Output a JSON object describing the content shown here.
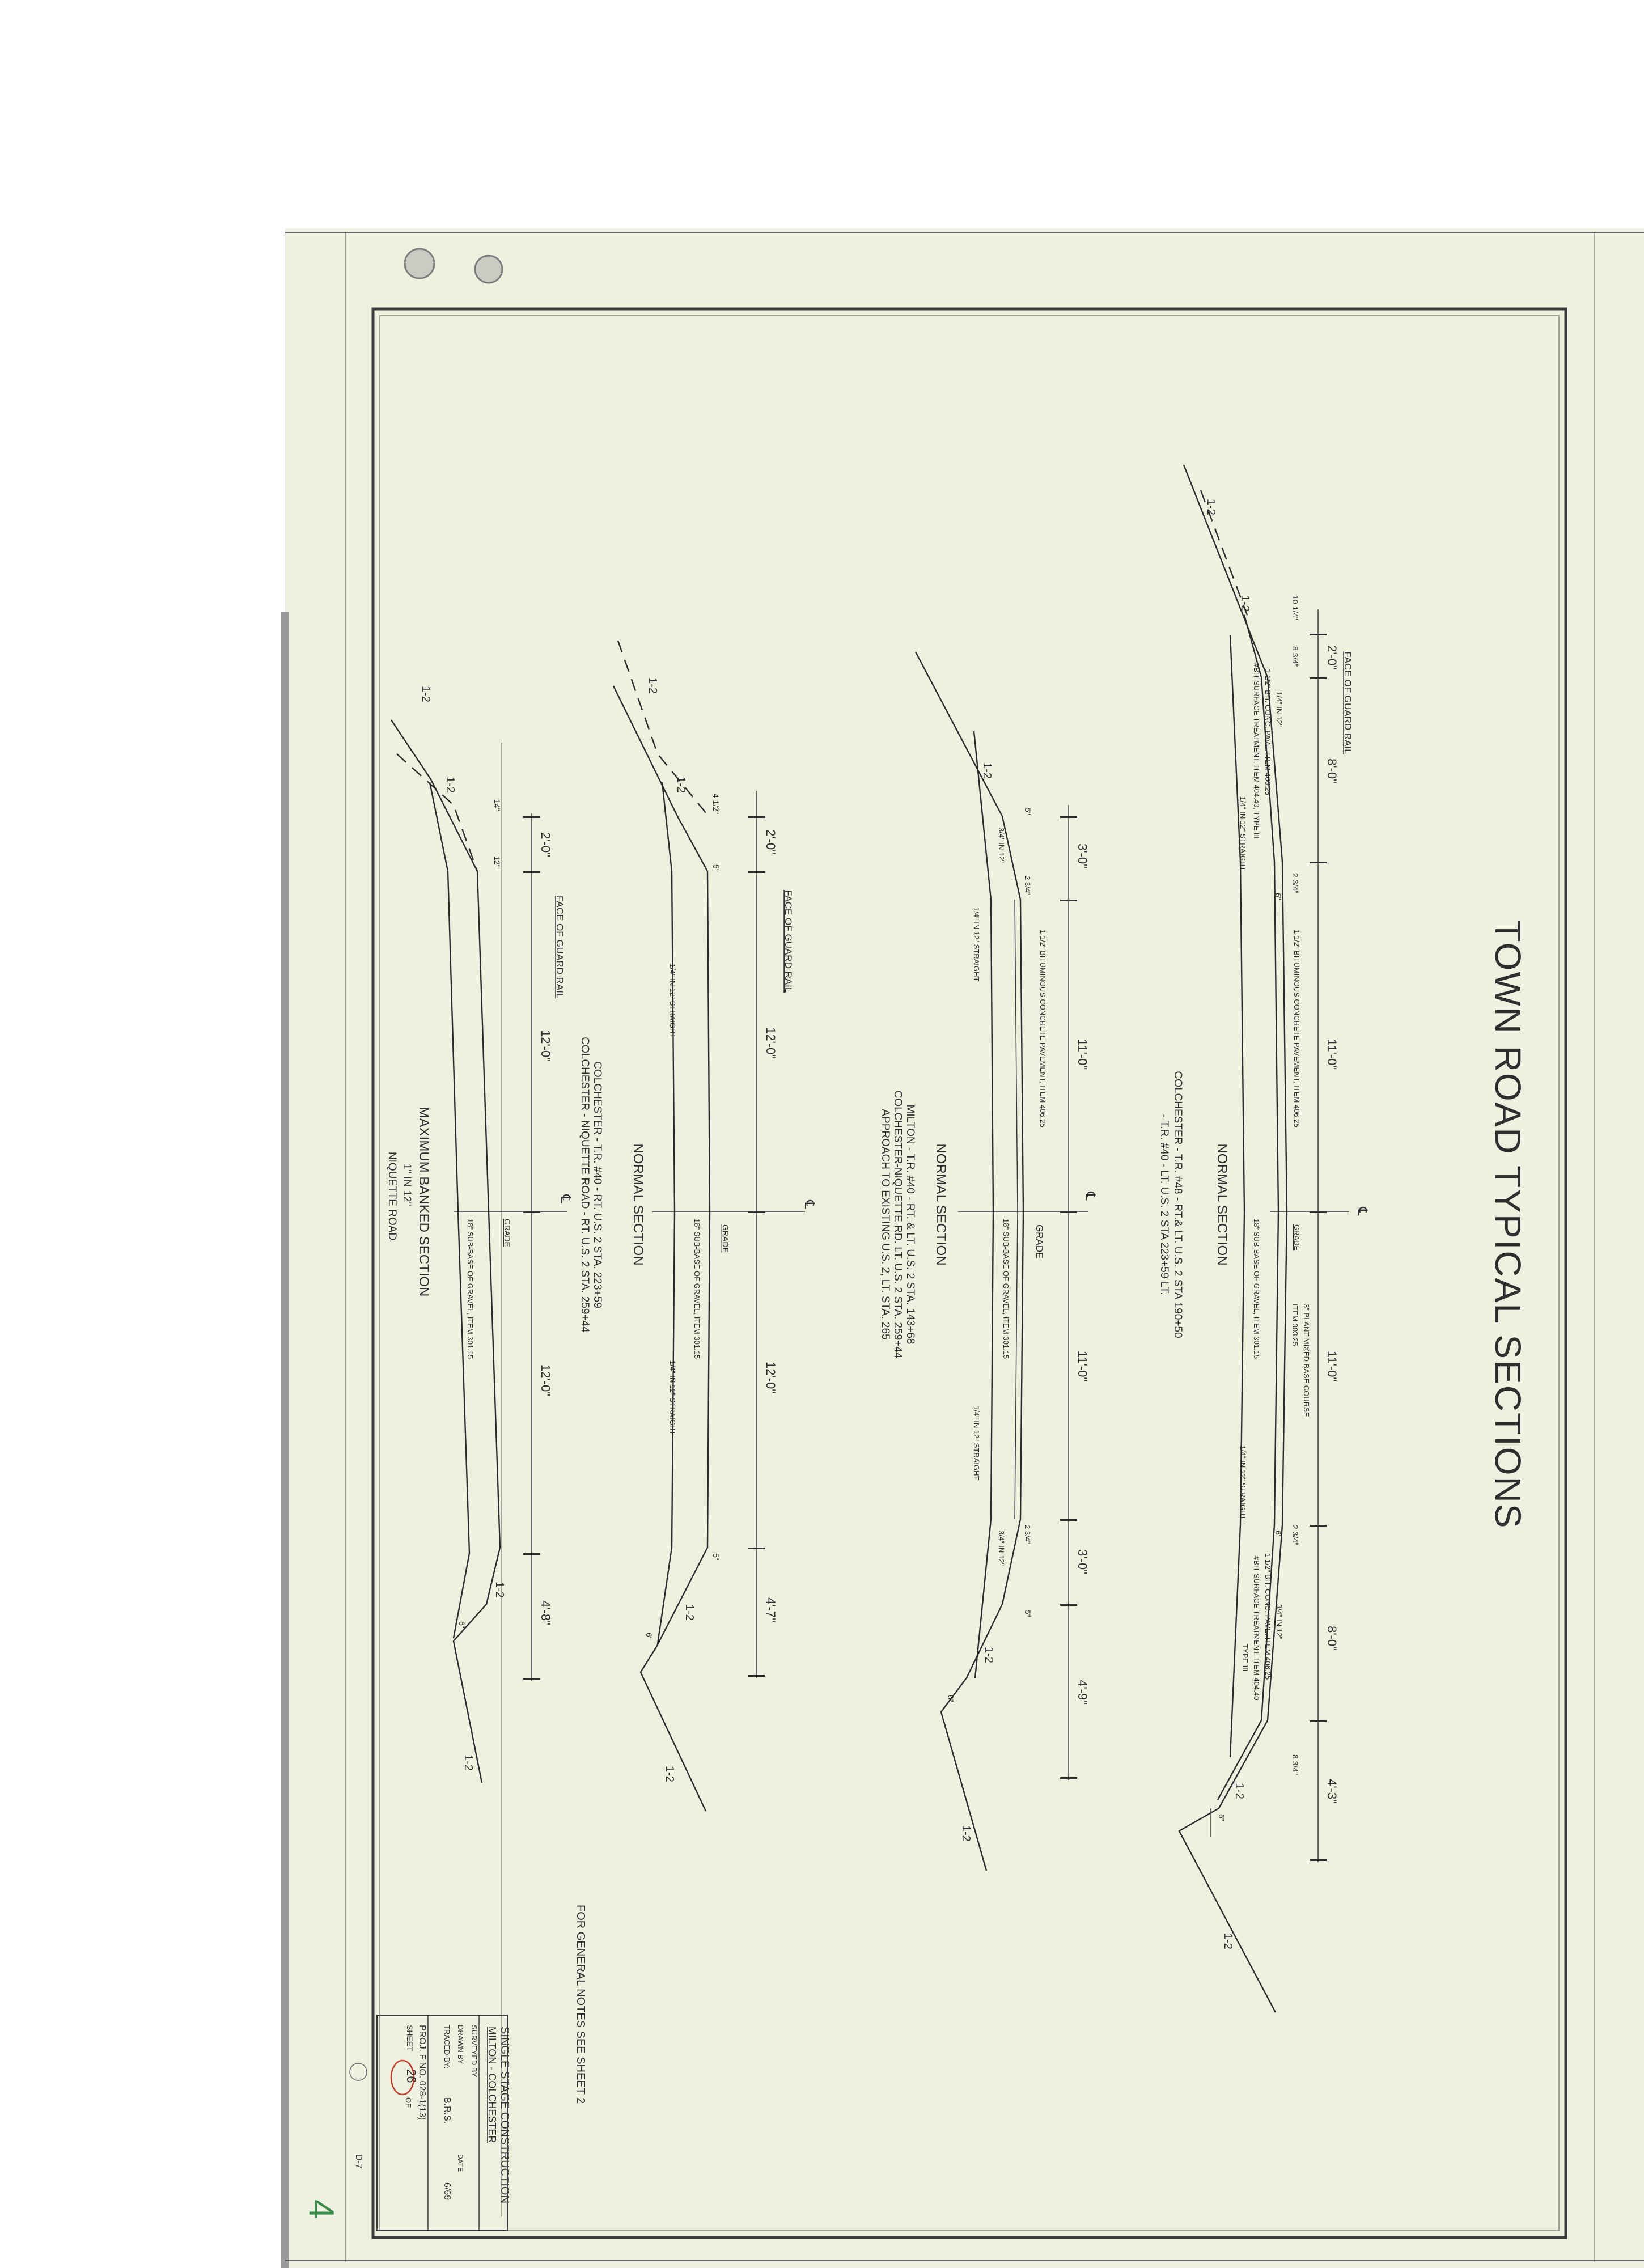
{
  "sheet": {
    "title": "TOWN ROAD TYPICAL SECTIONS",
    "general_notes": "FOR GENERAL NOTES SEE SHEET  2",
    "page_mark": "4",
    "corner_mark": "D-7",
    "colors": {
      "paper": "#edf1df",
      "ink": "#2e2e2e",
      "scan_shadow": "#9a9a98",
      "red_circle": "#c0392b",
      "green_mark": "#3a8a4a"
    }
  },
  "section1": {
    "title": "NORMAL  SECTION",
    "location_1": "COLCHESTER - T.R. #48 - RT.& LT. U.S. 2 STA 190+50",
    "location_2": "- T.R. #40 - LT. U.S. 2 STA 223+59 LT.",
    "dims": [
      "2'-0\"",
      "8'-0\"",
      "11'-0\"",
      "11'-0\"",
      "8'-0\"",
      "4'-3\""
    ],
    "face_guard_rail": "FACE OF GUARD RAIL",
    "bit_pave": "1 1/2\" BIT. CONC. PAVE. ITEM 406.25",
    "bit_surface": "#BIT SURFACE TREATMENT, ITEM 404.40, TYPE III",
    "bit_pave_r": "1 1/2\" BIT. CONC. PAVE. ITEM 406.25",
    "bit_surface_r": "#BIT SURFACE TREATMENT, ITEM 404.40",
    "type_r": "TYPE III",
    "bituminous": "1 1/2\" BITUMINOUS CONCRETE PAVEMENT, ITEM 406.25",
    "plant_mixed": "3\" PLANT MIXED BASE COURSE",
    "plant_item": "ITEM 303.25",
    "sub_base": "18\" SUB-BASE OF GRAVEL, ITEM 301.15",
    "grade": "GRADE",
    "straight_l": "1/4\" IN 12\" STRAIGHT",
    "straight_r": "1/4\" IN 12\" STRAIGHT",
    "small_l": "1/4\" IN 12\"",
    "small_r": "3/4\" IN 12\"",
    "t1": "10 1/4\"",
    "t2": "8 3/4\"",
    "t3": "2 3/4\"",
    "t4": "2 3/4\"",
    "t5": "8 3/4\"",
    "six": "6\"",
    "slope": "1-2",
    "cl": "℄"
  },
  "section2": {
    "title": "NORMAL  SECTION",
    "loc1": "MILTON - T.R. #40 - RT. & LT. U.S. 2 STA. 143+68",
    "loc2": "COLCHESTER-NIQUETTE RD. LT. U.S. 2 STA. 259+44",
    "loc3": "APPROACH TO EXISTING U.S. 2, LT. STA. 265",
    "dims": [
      "3'-0\"",
      "11'-0\"",
      "11'-0\"",
      "3'-0\"",
      "4'-9\""
    ],
    "bituminous": "1 1/2\" BITUMINOUS CONCRETE PAVEMENT, ITEM 406.25",
    "sub_base": "18\" SUB-BASE OF GRAVEL, ITEM 301.15",
    "grade": "GRADE",
    "straight_l": "1/4\" IN 12\" STRAIGHT",
    "straight_r": "1/4\" IN 12\" STRAIGHT",
    "small_l": "3/4\" IN 12\"",
    "small_r": "3/4\" IN 12\"",
    "t1": "2 3/4\"",
    "t2": "2 3/4\"",
    "five": "5\"",
    "six": "6\"",
    "slope": "1-2",
    "cl": "℄"
  },
  "section3": {
    "title": "NORMAL  SECTION",
    "loc1": "COLCHESTER - T.R. #40 - RT. U.S. 2 STA. 223+59",
    "loc2": "COLCHESTER - NIQUETTE ROAD - RT. U.S. 2 STA. 259+44",
    "dims": [
      "2'-0\"",
      "12'-0\"",
      "12'-0\"",
      "4'-7\""
    ],
    "face_guard_rail": "FACE OF GUARD RAIL",
    "sub_base": "18\" SUB-BASE OF GRAVEL, ITEM 301.15",
    "grade": "GRADE",
    "straight_l": "1/4\" IN 12\" STRAIGHT",
    "straight_r": "1/4\" IN 12\" STRAIGHT",
    "t1": "4 1/2\"",
    "five": "5\"",
    "six": "6\"",
    "slope": "1-2",
    "cl": "℄"
  },
  "section4": {
    "title": "MAXIMUM  BANKED  SECTION",
    "sub": "1\" IN 12\"",
    "road": "NIQUETTE ROAD",
    "dims": [
      "2'-0\"",
      "12'-0\"",
      "12'-0\"",
      "4'-8\""
    ],
    "face_guard_rail": "FACE OF GUARD RAIL",
    "sub_base": "18\" SUB-BASE OF GRAVEL, ITEM 301.15",
    "grade": "GRADE",
    "t1": "14\"",
    "t2": "12\"",
    "six": "6\"",
    "slope": "1-2",
    "cl": "℄"
  },
  "title_block": {
    "line1": "SINGLE  STAGE  CONSTRUCTION",
    "line2": "MILTON - COLCHESTER",
    "surveyed": "SURVEYED  BY",
    "drawn": "DRAWN  BY",
    "traced": "TRACED  BY:",
    "traced_val": "B.R.S.",
    "date": "DATE",
    "date_val": "6/69",
    "proj": "PROJ.   F      NO.  028-1(13)",
    "sheet_label": "SHEET",
    "sheet_num": "26",
    "of": "OF"
  }
}
